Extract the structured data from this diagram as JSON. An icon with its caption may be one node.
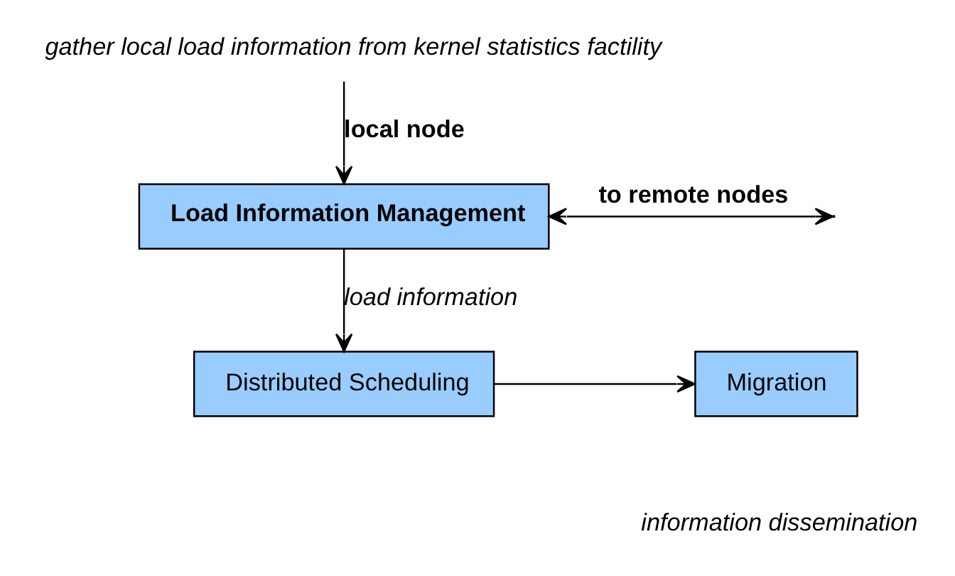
{
  "diagram": {
    "nodes": [
      {
        "text": [
          "Distributed Scheduling"
        ]
      },
      {
        "text": [
          "Migration"
        ]
      },
      {
        "text": [
          "Load Information Management"
        ]
      },
      {
        "text": [
          "gather local load information from kernel statistics factility"
        ]
      }
    ],
    "edges": [
      {
        "from": 0,
        "to": 1,
        "arrow": "to"
      },
      {
        "from": 2,
        "to": 0,
        "arrow": "to",
        "label": "load information"
      },
      {
        "from": 2,
        "to": null,
        "arrow": "both",
        "label": "to remote nodes"
      },
      {
        "from": 3,
        "to": 2,
        "arrow": "to",
        "label": "local node"
      }
    ],
    "labels": [
      "information dissemination"
    ]
  }
}
